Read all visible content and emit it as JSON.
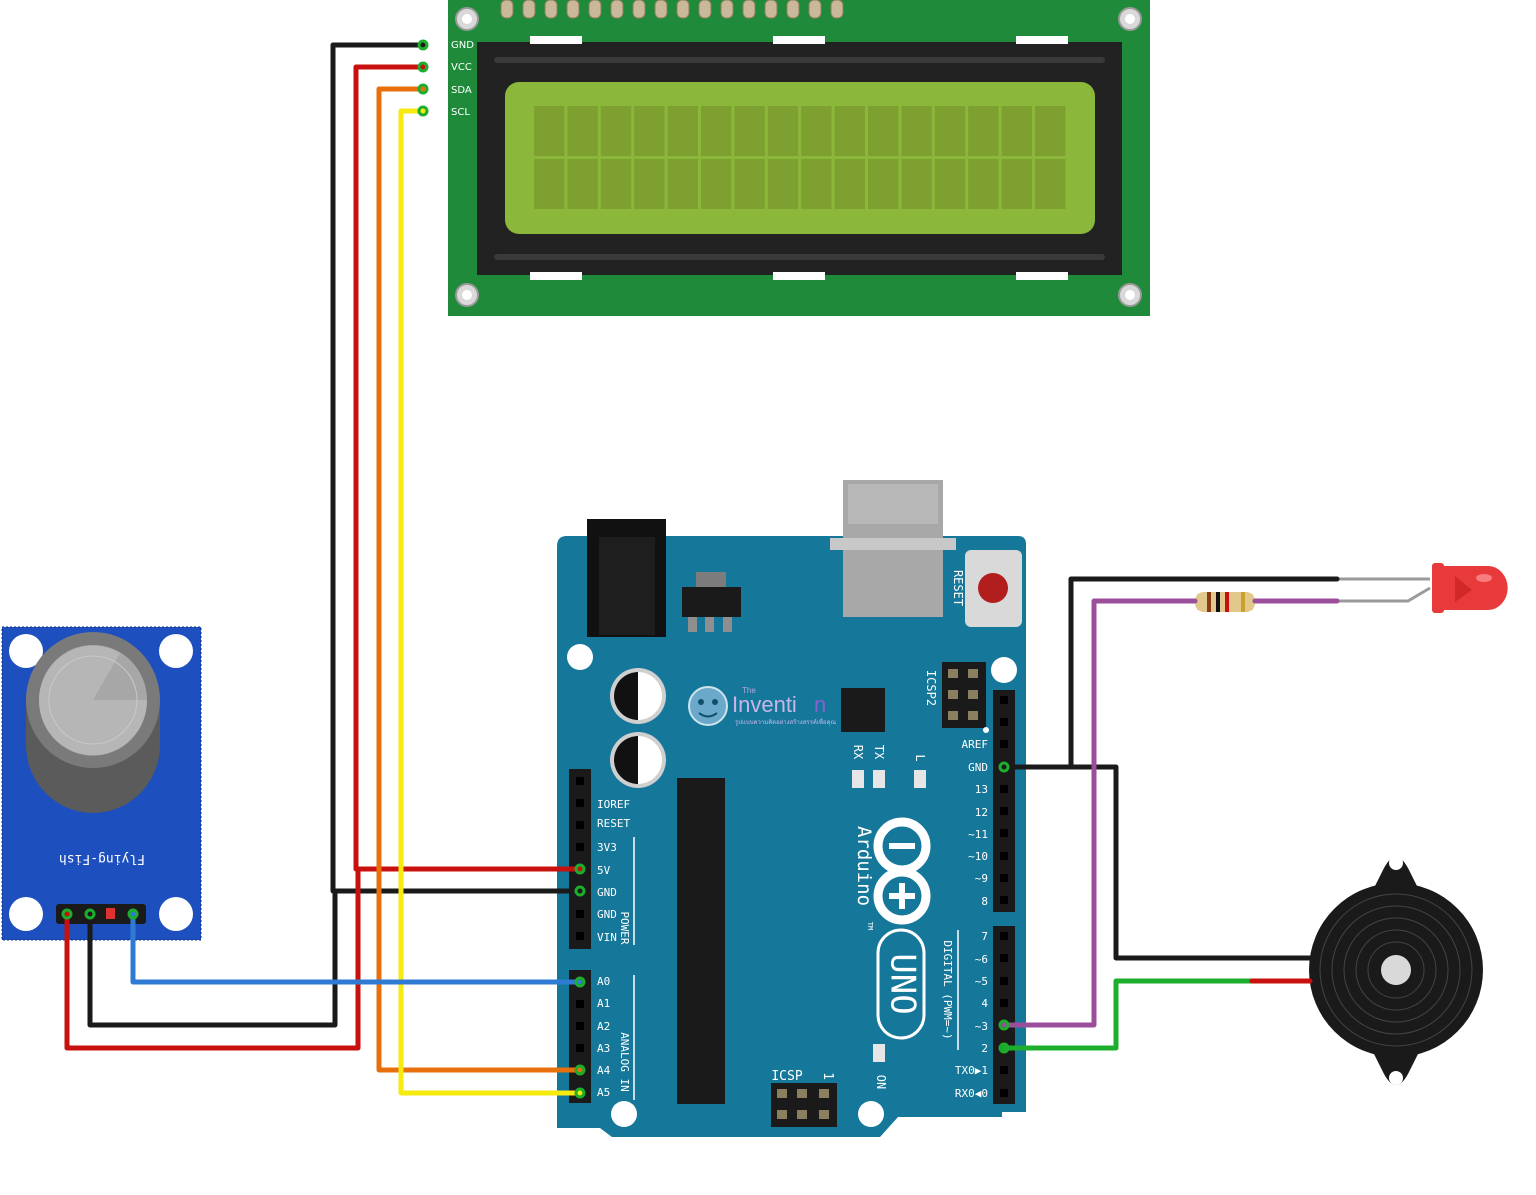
{
  "lcd": {
    "pins": [
      "GND",
      "VCC",
      "SDA",
      "SCL"
    ]
  },
  "sensor": {
    "label": "Flying-Fish"
  },
  "arduino": {
    "reset_label": "RESET",
    "icsp2_label": "ICSP2",
    "icsp_label": "ICSP",
    "icsp_pin1": "1",
    "tx": "TX",
    "rx": "RX",
    "l": "L",
    "on": "ON",
    "brand": "Arduino",
    "model": "UNO",
    "tm": "TM",
    "logo_small": "The",
    "logo_main": "Inventi",
    "logo_tail": "n",
    "logo_sub": "รูปแบบความคิดอย่างสร้างสรรค์เพื่อคุณ",
    "power_header": "POWER",
    "analog_header": "ANALOG IN",
    "digital_header": "DIGITAL (PWM=~)",
    "power_pins": [
      "IOREF",
      "RESET",
      "3V3",
      "5V",
      "GND",
      "GND",
      "VIN"
    ],
    "analog_pins": [
      "A0",
      "A1",
      "A2",
      "A3",
      "A4",
      "A5"
    ],
    "digital_top": [
      "AREF",
      "GND",
      "13",
      "12",
      "~11",
      "~10",
      "~9",
      "8"
    ],
    "digital_bottom": [
      "7",
      "~6",
      "~5",
      "4",
      "~3",
      "2",
      "TX0▶1",
      "RX0◀0"
    ]
  },
  "colors": {
    "board": "#15789a",
    "lcd_pcb": "#1f8a3a",
    "lcd_screen": "#8bb83a",
    "sensor_board": "#1d4fbf",
    "wire_black": "#1a1a1a",
    "wire_red": "#c8100e",
    "wire_orange": "#e8700c",
    "wire_yellow": "#f6ea0e",
    "wire_blue": "#2f7bd4",
    "wire_purple": "#9b4f9b",
    "wire_green": "#1cae2c"
  }
}
